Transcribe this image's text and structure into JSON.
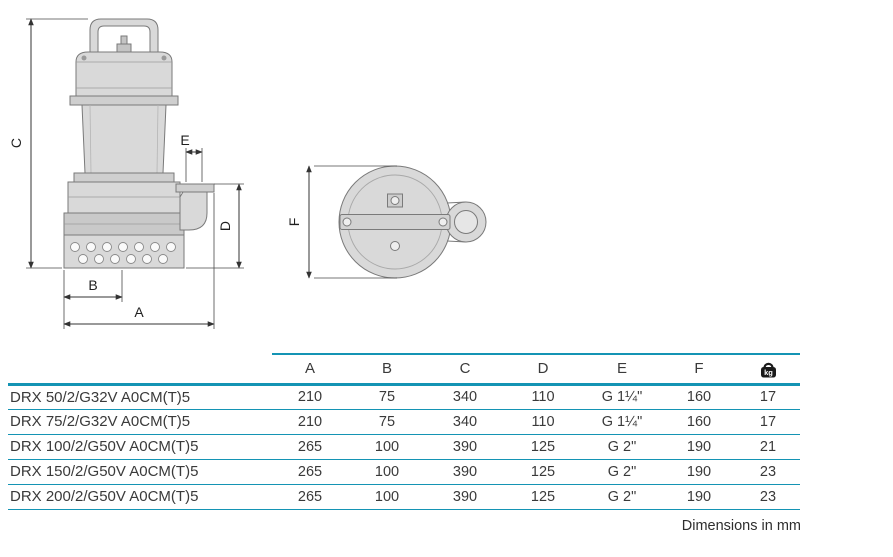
{
  "colors": {
    "accent": "#1494b4",
    "text": "#333333"
  },
  "drawing": {
    "side_view": {
      "labels": {
        "a": "A",
        "b": "B",
        "c": "C",
        "d": "D",
        "e": "E"
      }
    },
    "top_view": {
      "labels": {
        "f": "F"
      }
    }
  },
  "table": {
    "headers": {
      "a": "A",
      "b": "B",
      "c": "C",
      "d": "D",
      "e": "E",
      "f": "F",
      "weight_unit": "kg"
    },
    "rows": [
      {
        "model": "DRX 50/2/G32V A0CM(T)5",
        "a": "210",
        "b": "75",
        "c": "340",
        "d": "110",
        "e": "G 1¼\"",
        "f": "160",
        "kg": "17"
      },
      {
        "model": "DRX 75/2/G32V A0CM(T)5",
        "a": "210",
        "b": "75",
        "c": "340",
        "d": "110",
        "e": "G 1¼\"",
        "f": "160",
        "kg": "17"
      },
      {
        "model": "DRX 100/2/G50V A0CM(T)5",
        "a": "265",
        "b": "100",
        "c": "390",
        "d": "125",
        "e": "G 2\"",
        "f": "190",
        "kg": "21"
      },
      {
        "model": "DRX 150/2/G50V A0CM(T)5",
        "a": "265",
        "b": "100",
        "c": "390",
        "d": "125",
        "e": "G 2\"",
        "f": "190",
        "kg": "23"
      },
      {
        "model": "DRX 200/2/G50V A0CM(T)5",
        "a": "265",
        "b": "100",
        "c": "390",
        "d": "125",
        "e": "G 2\"",
        "f": "190",
        "kg": "23"
      }
    ]
  },
  "footer": {
    "note": "Dimensions in mm"
  }
}
